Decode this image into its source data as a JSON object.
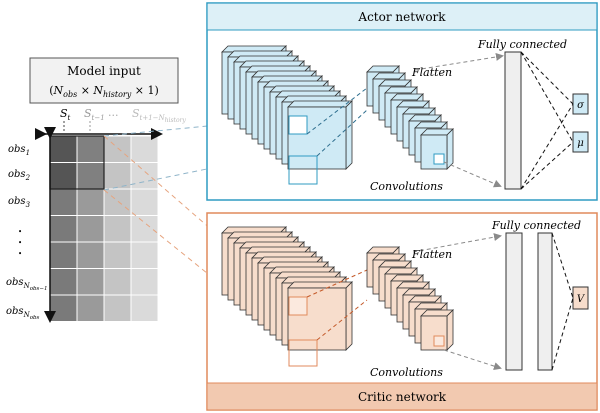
{
  "model_input": {
    "title": "Model input",
    "formula_n_obs": "N",
    "formula_obs_sub": "obs",
    "formula_times": " × ",
    "formula_n_hist": "N",
    "formula_hist_sub": "history",
    "formula_tail": " × 1)",
    "formula_open": "(",
    "col_s": "S",
    "col_s_sub": "t",
    "col_s1": "S",
    "col_s1_sub": "t−1",
    "col_dots": "...",
    "col_sn": "S",
    "col_sn_sub": "t+1−N",
    "col_sn_subsub": "history",
    "rows": [
      {
        "label": "obs",
        "sub": "1"
      },
      {
        "label": "obs",
        "sub": "2"
      },
      {
        "label": "obs",
        "sub": "3"
      },
      {
        "label": "obs",
        "sub": "N",
        "subsub": "obs−1"
      },
      {
        "label": "obs",
        "sub": "N",
        "subsub": "obs"
      }
    ],
    "vdots": "•"
  },
  "actor": {
    "header": "Actor network",
    "fully_connected": "Fully connected",
    "flatten": "Flatten",
    "convolutions": "Convolutions",
    "out1": "σ",
    "out2": "μ",
    "color_header": "#ddf0f7",
    "color_border": "#2f9bc2",
    "color_block": "#cfeaf5"
  },
  "critic": {
    "header": "Critic network",
    "fully_connected": "Fully connected",
    "flatten": "Flatten",
    "convolutions": "Convolutions",
    "out1": "V",
    "color_header": "#f2c9b0",
    "color_border": "#e08a5c",
    "color_block": "#f7ddcc"
  }
}
